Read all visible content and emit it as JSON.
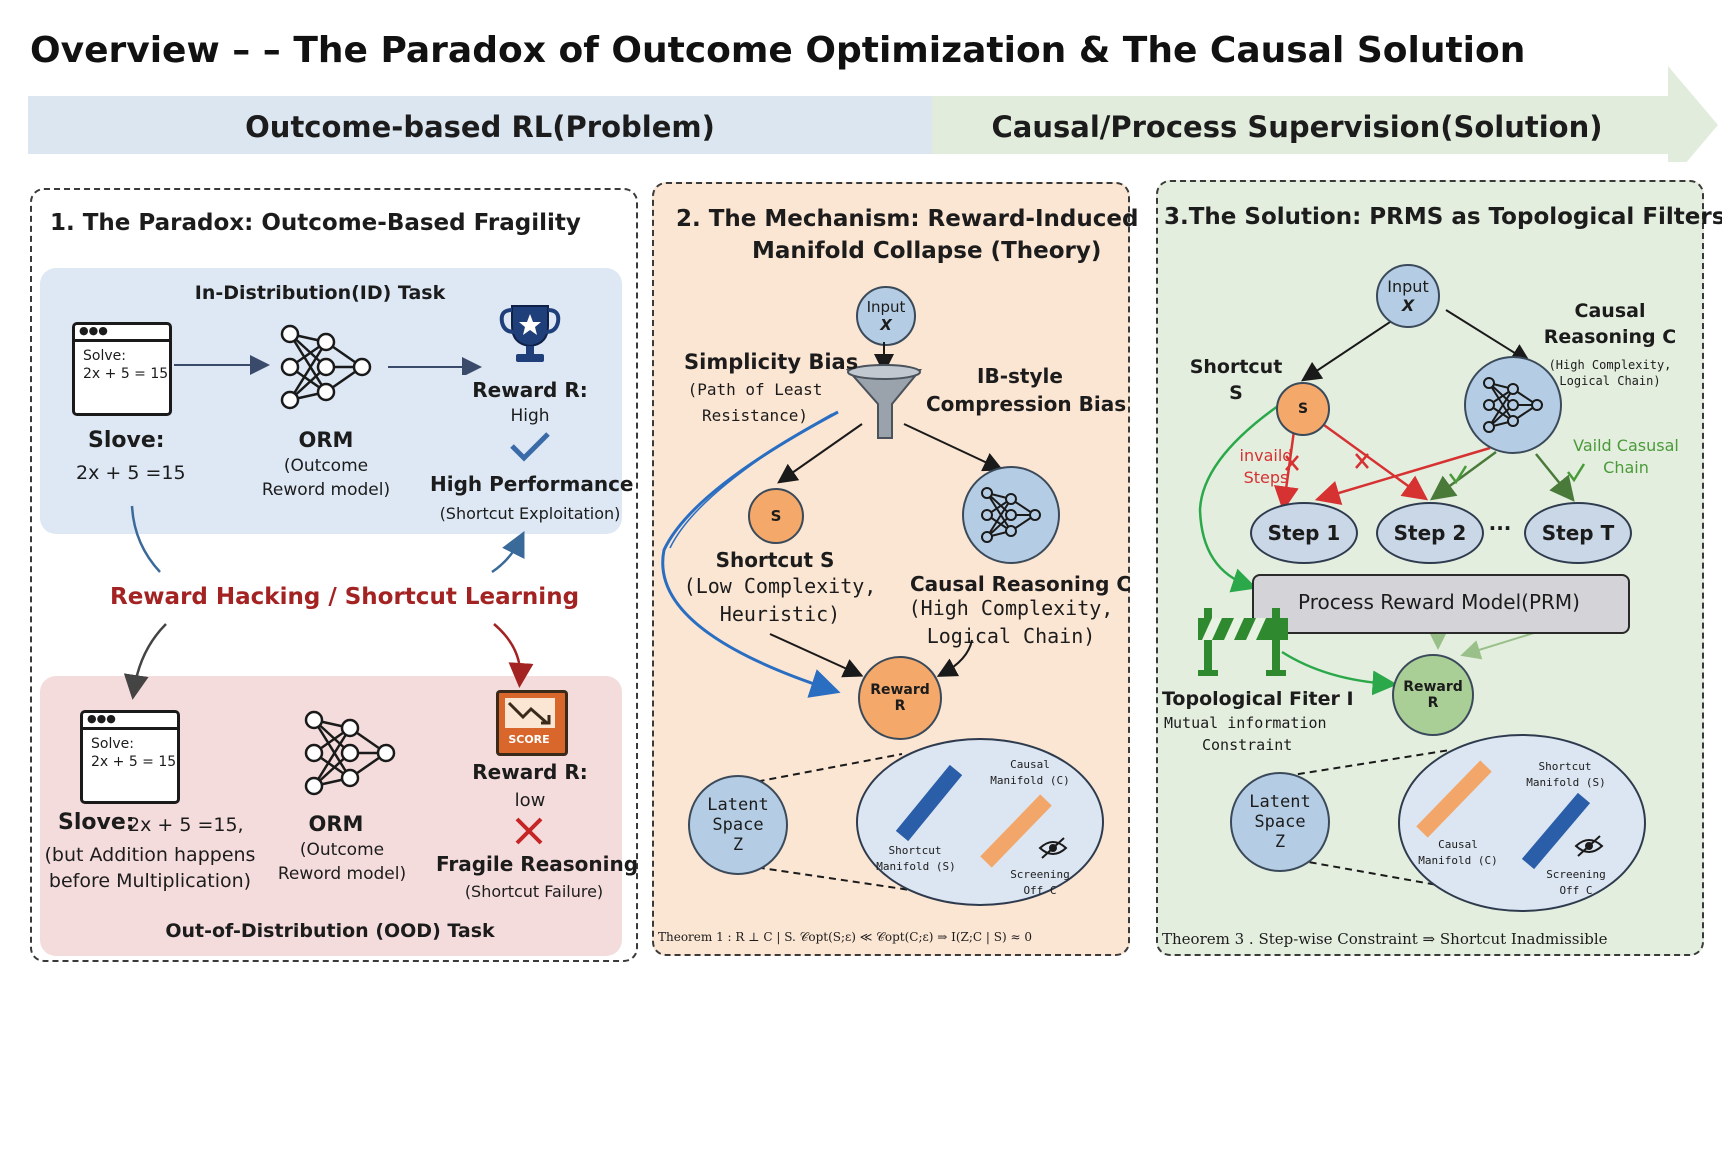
{
  "title": "Overview – – The Paradox of Outcome Optimization & The Causal Solution",
  "banner": {
    "problem": "Outcome-based RL(Problem)",
    "solution": "Causal/Process Supervision(Solution)"
  },
  "panel1": {
    "heading": "1. The Paradox: Outcome-Based Fragility",
    "id_task": "In-Distribution(ID) Task",
    "solve_label": "Solve:",
    "equation": "2x + 5 = 15",
    "slove_label": "Slove:",
    "slove_answer": "2x + 5 =15",
    "orm_title": "ORM",
    "orm_sub1": "(Outcome",
    "orm_sub2": "Reword model)",
    "reward_label": "Reward R:",
    "reward_high": "High",
    "high_perf": "High Performance",
    "high_perf_sub": "(Shortcut Exploitation)",
    "hacking": "Reward Hacking / Shortcut Learning",
    "ood_slove_answer": "2x + 5 =15,",
    "ood_note1": "(but Addition happens",
    "ood_note2": "before Multiplication)",
    "reward_low": "low",
    "score_label": "SCORE",
    "fragile": "Fragile Reasoning",
    "fragile_sub": "(Shortcut Failure)",
    "ood_task": "Out-of-Distribution (OOD) Task"
  },
  "panel2": {
    "heading1": "2.  The Mechanism: Reward-Induced",
    "heading2": "Manifold Collapse (Theory)",
    "input": "Input",
    "input_var": "X",
    "simplicity": "Simplicity Bias",
    "path1": "(Path of Least",
    "path2": "Resistance)",
    "ib1": "IB-style",
    "ib2": "Compression Bias",
    "s_letter": "S",
    "shortcut": "Shortcut S",
    "shortcut_sub1": "(Low Complexity,",
    "shortcut_sub2": "Heuristic)",
    "causal": "Causal Reasoning C",
    "causal_sub1": "(High Complexity,",
    "causal_sub2": "Logical Chain)",
    "reward": "Reward",
    "reward_r": "R",
    "latent1": "Latent",
    "latent2": "Space",
    "latent3": "Z",
    "causal_manifold1": "Causal",
    "causal_manifold2": "Manifold (C)",
    "shortcut_manifold1": "Shortcut",
    "shortcut_manifold2": "Manifold (S)",
    "screening1": "Screening",
    "screening2": "Off C",
    "theorem": "Theorem 1 :    R ⊥ C | S.    𝒞opt(S;ε) ≪ 𝒞opt(C;ε)  ⇒  I(Z;C | S) ≈ 0"
  },
  "panel3": {
    "heading": "3.The Solution: PRMS as Topological Filters",
    "input": "Input",
    "input_var": "X",
    "causal1": "Causal",
    "causal2": "Reasoning C",
    "causal_sub1": "(High Complexity,",
    "causal_sub2": "Logical Chain)",
    "shortcut1": "Shortcut",
    "shortcut2": "S",
    "s_letter": "S",
    "invalid1": "invaild",
    "invalid2": "Steps",
    "valid1": "Vaild Casusal",
    "valid2": "Chain",
    "steps": [
      "Step 1",
      "Step 2",
      "Step T"
    ],
    "ellipsis": "···",
    "prm": "Process Reward Model(PRM)",
    "filter_title": "Topological Fiter I",
    "filter_sub1": "Mutual information",
    "filter_sub2": "Constraint",
    "reward": "Reward",
    "reward_r": "R",
    "latent1": "Latent",
    "latent2": "Space",
    "latent3": "Z",
    "shortcut_manifold1": "Shortcut",
    "shortcut_manifold2": "Manifold (S)",
    "causal_manifold1": "Causal",
    "causal_manifold2": "Manifold (C)",
    "screening1": "Screening",
    "screening2": "Off C",
    "theorem": "Theorem 3 .  Step-wise Constraint  ⇒  Shortcut Inadmissible"
  },
  "colors": {
    "problem_band": "#dbe6f1",
    "solution_band": "#e2ecdc",
    "panel1_top": "#dde8f4",
    "panel1_bottom": "#f5dcdc",
    "panel2_bg": "#fbe5d3",
    "panel3_bg": "#e4eedf",
    "orange_node": "#f4a86a",
    "blue_node": "#b5cde4",
    "green_node": "#a9cf96",
    "red_accent": "#a32222"
  }
}
